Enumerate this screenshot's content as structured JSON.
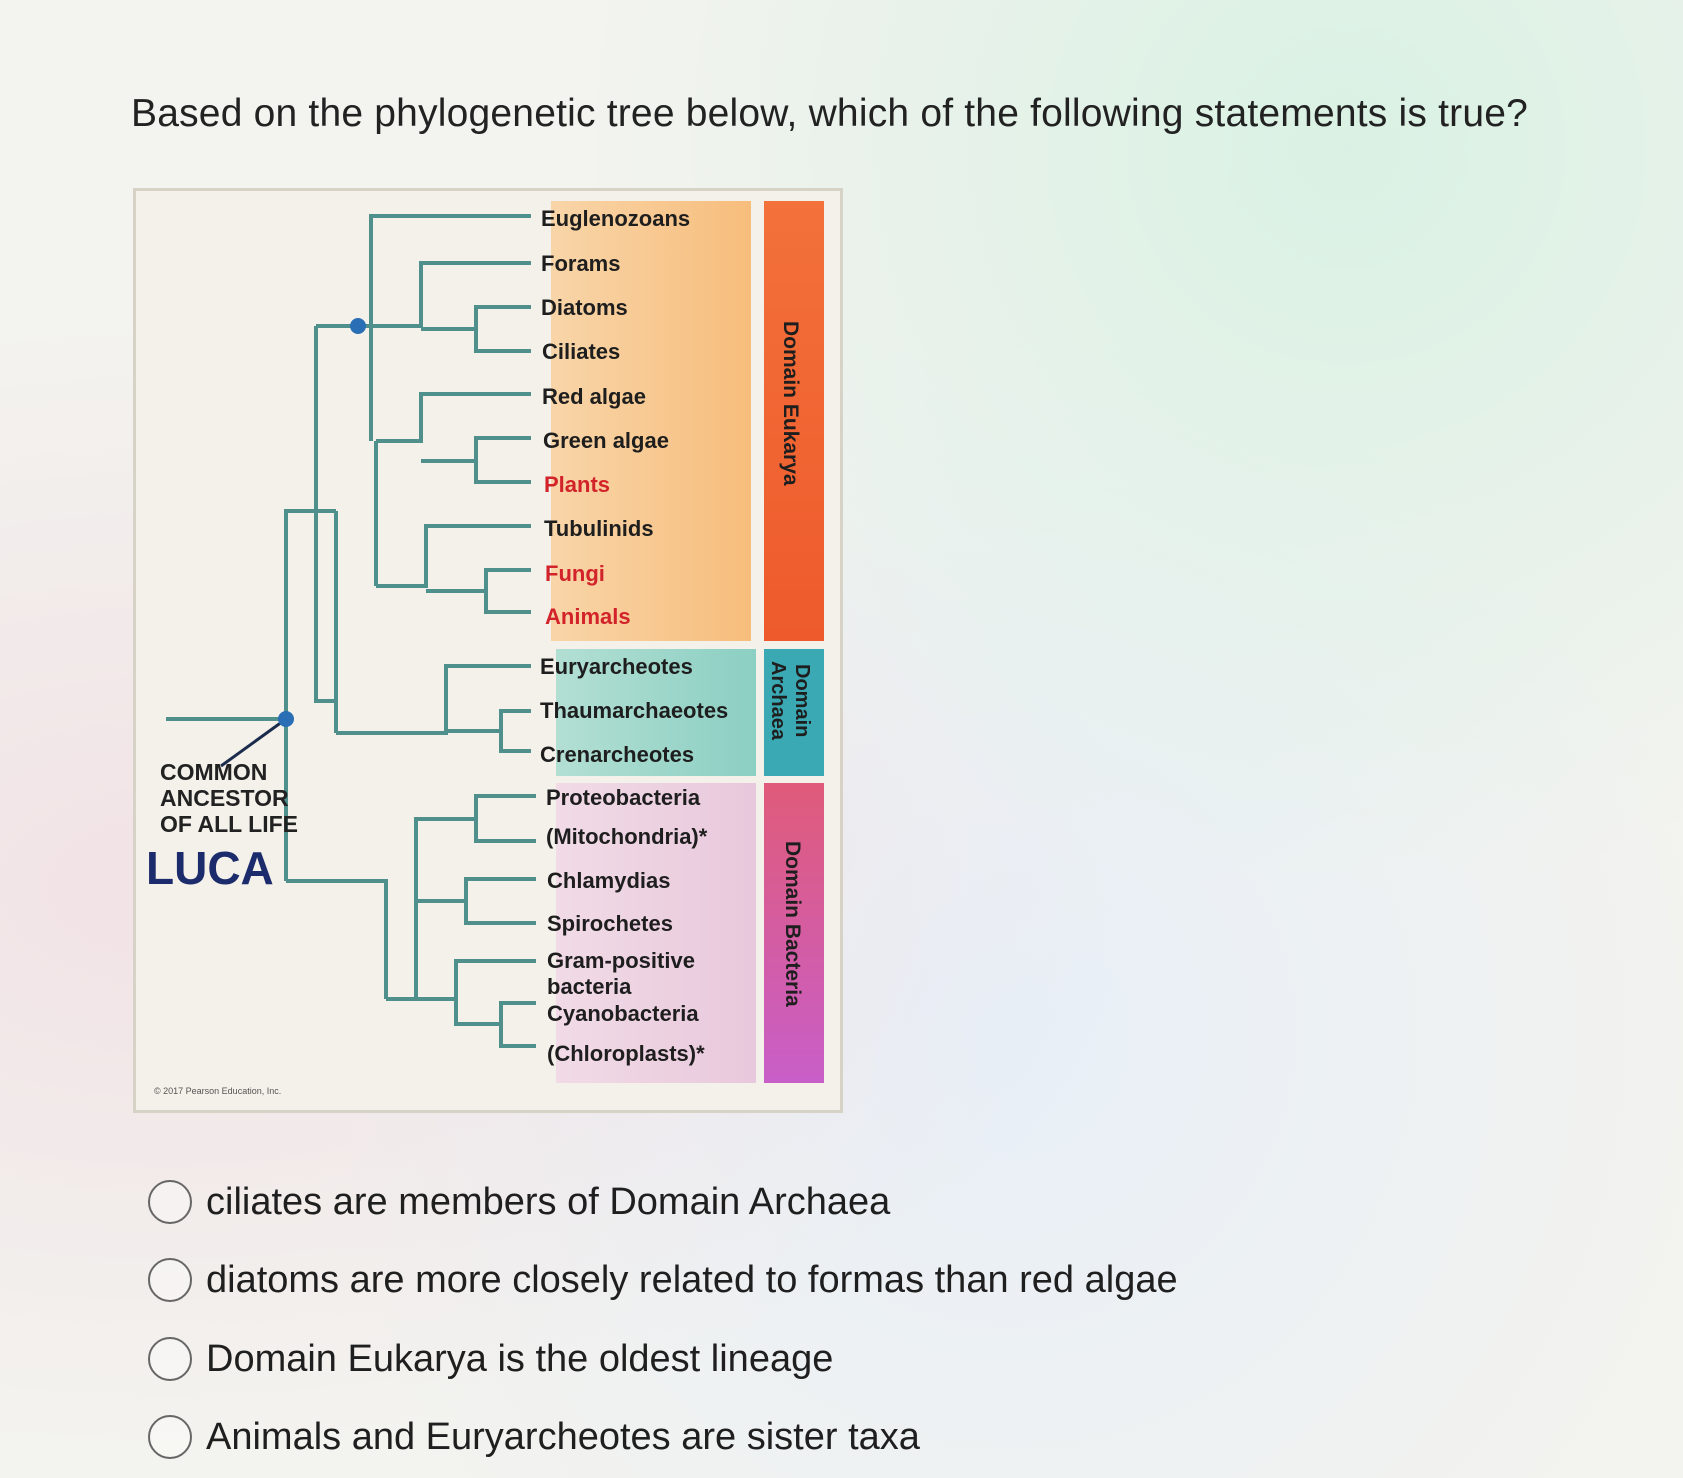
{
  "question": "Based on the phylogenetic tree below, which of the following statements is true?",
  "figure": {
    "taxa": [
      {
        "label": "Euglenozoans",
        "color": "#1e1e1e"
      },
      {
        "label": "Forams",
        "color": "#1e1e1e"
      },
      {
        "label": "Diatoms",
        "color": "#1e1e1e"
      },
      {
        "label": "Ciliates",
        "color": "#1e1e1e"
      },
      {
        "label": "Red algae",
        "color": "#1e1e1e"
      },
      {
        "label": "Green algae",
        "color": "#1e1e1e"
      },
      {
        "label": "Plants",
        "color": "#d2232a"
      },
      {
        "label": "Tubulinids",
        "color": "#1e1e1e"
      },
      {
        "label": "Fungi",
        "color": "#d2232a"
      },
      {
        "label": "Animals",
        "color": "#d2232a"
      },
      {
        "label": "Euryarcheotes",
        "color": "#1e1e1e"
      },
      {
        "label": "Thaumarchaeotes",
        "color": "#1e1e1e"
      },
      {
        "label": "Crenarcheotes",
        "color": "#1e1e1e"
      },
      {
        "label": "Proteobacteria",
        "color": "#1e1e1e"
      },
      {
        "label": "(Mitochondria)*",
        "color": "#1e1e1e"
      },
      {
        "label": "Chlamydias",
        "color": "#1e1e1e"
      },
      {
        "label": "Spirochetes",
        "color": "#1e1e1e"
      },
      {
        "label": "Gram-positive",
        "color": "#1e1e1e"
      },
      {
        "label": "bacteria",
        "color": "#1e1e1e"
      },
      {
        "label": "Cyanobacteria",
        "color": "#1e1e1e"
      },
      {
        "label": "(Chloroplasts)*",
        "color": "#1e1e1e"
      }
    ],
    "domains": {
      "eukarya": "Domain Eukarya",
      "archaea_line1": "Domain",
      "archaea_line2": "Archaea",
      "bacteria": "Domain Bacteria"
    },
    "ancestor": {
      "line1": "COMMON",
      "line2": "ANCESTOR",
      "line3": "OF ALL LIFE",
      "luca": "LUCA"
    },
    "credit": "© 2017 Pearson Education, Inc."
  },
  "options": [
    {
      "label": "ciliates are members of Domain Archaea",
      "selected": false
    },
    {
      "label": "diatoms are more closely related to formas than red algae",
      "selected": false
    },
    {
      "label": "Domain Eukarya is the oldest lineage",
      "selected": false
    },
    {
      "label": "Animals and Euryarcheotes are sister taxa",
      "selected": false
    }
  ],
  "colors": {
    "tree_line": "#4f8f8c",
    "node_dot": "#2a6fb5",
    "plants_fungi_animals": "#d2232a"
  }
}
